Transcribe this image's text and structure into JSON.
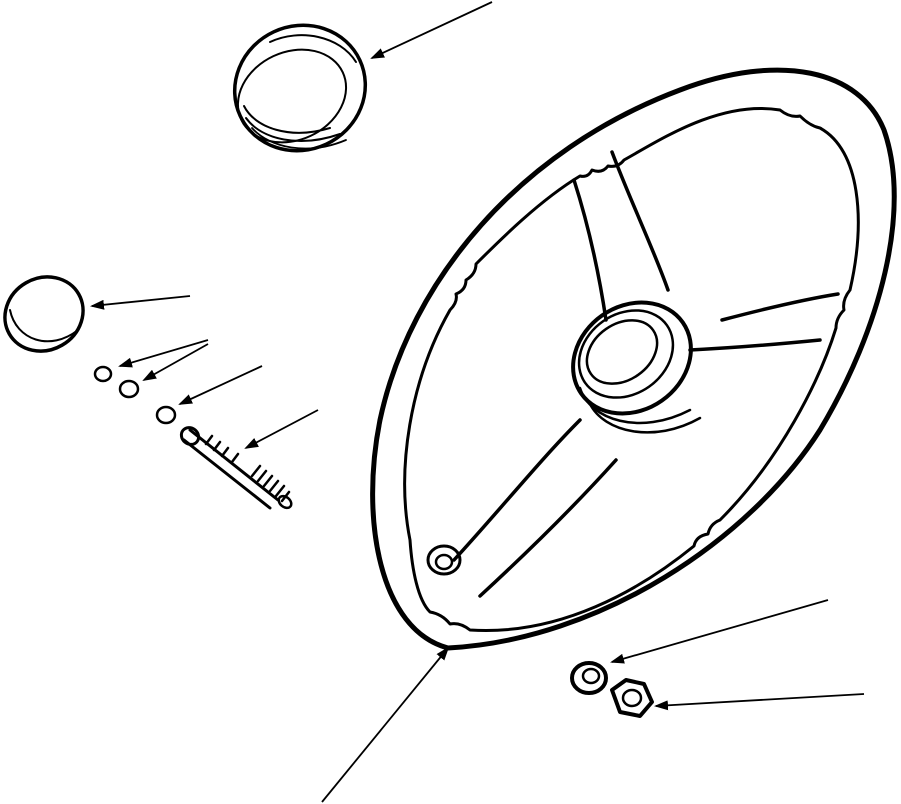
{
  "diagram": {
    "background": "#ffffff",
    "ink_color": "#000000",
    "parts": [
      {
        "id": "horn-cap",
        "name": "horn-cap-icon"
      },
      {
        "id": "small-cap",
        "name": "small-cap-icon"
      },
      {
        "id": "washer-1",
        "name": "small-washer-icon"
      },
      {
        "id": "washer-2",
        "name": "small-washer-icon"
      },
      {
        "id": "washer-3",
        "name": "small-washer-icon"
      },
      {
        "id": "horn-screw",
        "name": "threaded-screw-icon"
      },
      {
        "id": "steering-wheel",
        "name": "steering-wheel-icon"
      },
      {
        "id": "lock-washer",
        "name": "lock-washer-icon"
      },
      {
        "id": "hex-nut",
        "name": "hex-nut-icon"
      }
    ],
    "leader_count": 9
  }
}
